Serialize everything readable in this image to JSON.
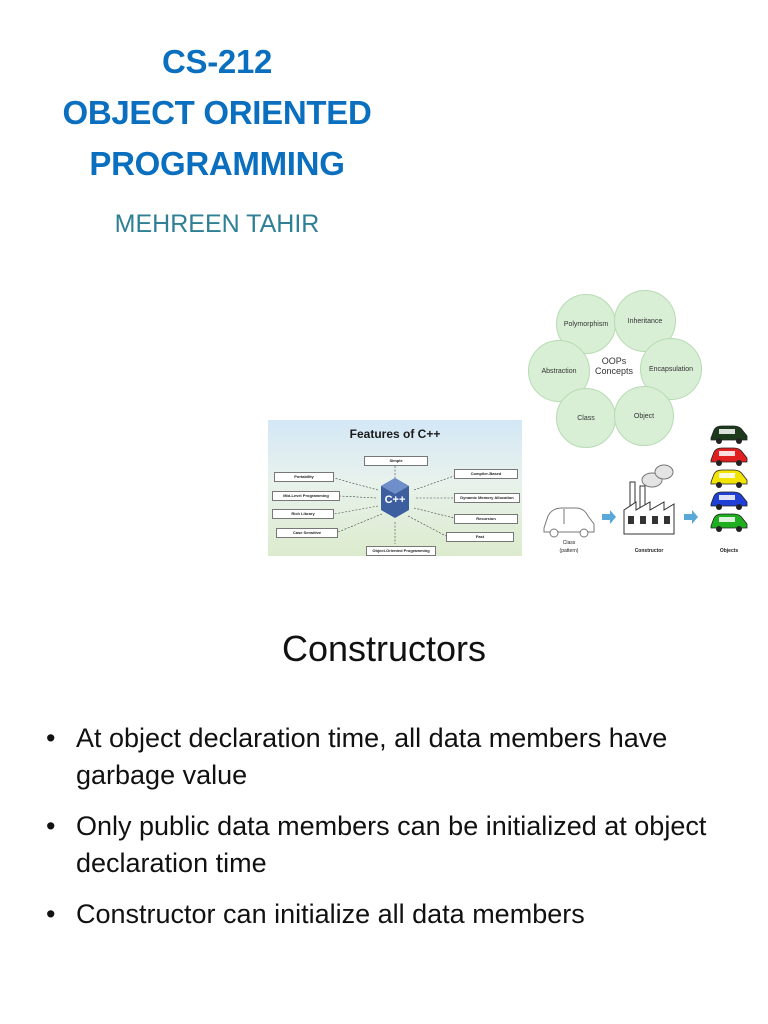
{
  "course": {
    "code": "CS-212",
    "line2": "OBJECT ORIENTED",
    "line3": "PROGRAMMING",
    "author": "MEHREEN TAHIR"
  },
  "features_image": {
    "title": "Features of C++",
    "items": {
      "simple": "Simple",
      "portability": "Portability",
      "mid_level": "Mid-Level Programming",
      "rich_library": "Rich Library",
      "case_sensitive": "Case Sensitive",
      "oop": "Object-Oriented Programming",
      "compiler_based": "Compiler-Based",
      "dma": "Dynamic Memory Allocation",
      "recursion": "Recursion",
      "fast": "Fast"
    },
    "logo": "C++"
  },
  "oops_image": {
    "center": [
      "OOPs",
      "Concepts"
    ],
    "concepts": {
      "polymorphism": "Polymorphism",
      "inheritance": "Inheritance",
      "abstraction": "Abstraction",
      "encapsulation": "Encapsulation",
      "class": "Class",
      "object": "Object"
    }
  },
  "constructor_image": {
    "class_label": "Class",
    "class_sub": "(pattern)",
    "constructor_label": "Constructor",
    "objects_label": "Objects",
    "car_colors": [
      "#1d3a1d",
      "#e02020",
      "#f2e400",
      "#1f3fd6",
      "#1fae1f"
    ]
  },
  "slide": {
    "title": "Constructors",
    "bullets": [
      "At object declaration time, all data members have garbage value",
      "Only public data members can be initialized at object declaration time",
      "Constructor can initialize all data members"
    ],
    "bullet_glyph": "•"
  }
}
